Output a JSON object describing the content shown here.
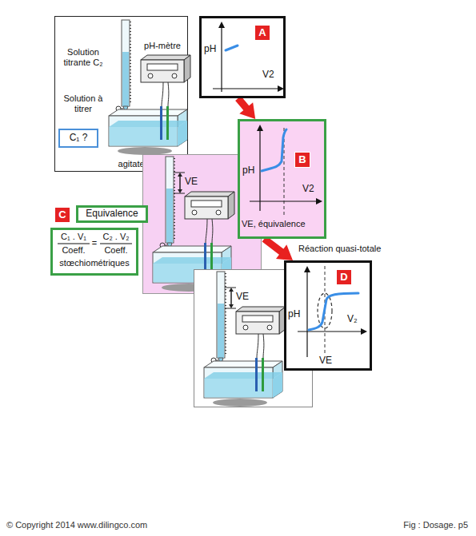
{
  "diagram": {
    "nodes": [
      {
        "text": [
          "Solution titrante C₂",
          "pH-mètre",
          "Solution à titrer",
          "agitateur"
        ]
      },
      {
        "text": [
          "C₁ ?"
        ],
        "in": 0
      },
      {
        "text": [
          "pH",
          "V2"
        ]
      },
      {
        "text": [
          "A"
        ],
        "in": 2
      },
      {
        "text": [
          "pH",
          "V2",
          "VE, équivalence"
        ]
      },
      {
        "text": [
          "B"
        ],
        "in": 4
      },
      {
        "text": [
          "VE"
        ]
      },
      {
        "text": [
          "C"
        ]
      },
      {
        "text": [
          "Equivalence"
        ]
      },
      {
        "text": [
          "C₁ . V₁",
          "Coeff.",
          "=",
          "C₂ . V₂",
          "Coeff.",
          "stœchiométriques"
        ]
      },
      {
        "text": [
          "VE"
        ]
      },
      {
        "text": [
          "pH",
          "V₂",
          "VE"
        ]
      },
      {
        "text": [
          "D"
        ],
        "in": 11
      }
    ],
    "edges": [
      {
        "from": 2,
        "to": 4,
        "arrow": "to"
      },
      {
        "from": 4,
        "to": 11,
        "arrow": "to",
        "label": "Réaction quasi-totale"
      }
    ],
    "labels": [
      "© Copyright 2014 www.dilingco.com",
      "Fig : Dosage. p5"
    ]
  }
}
